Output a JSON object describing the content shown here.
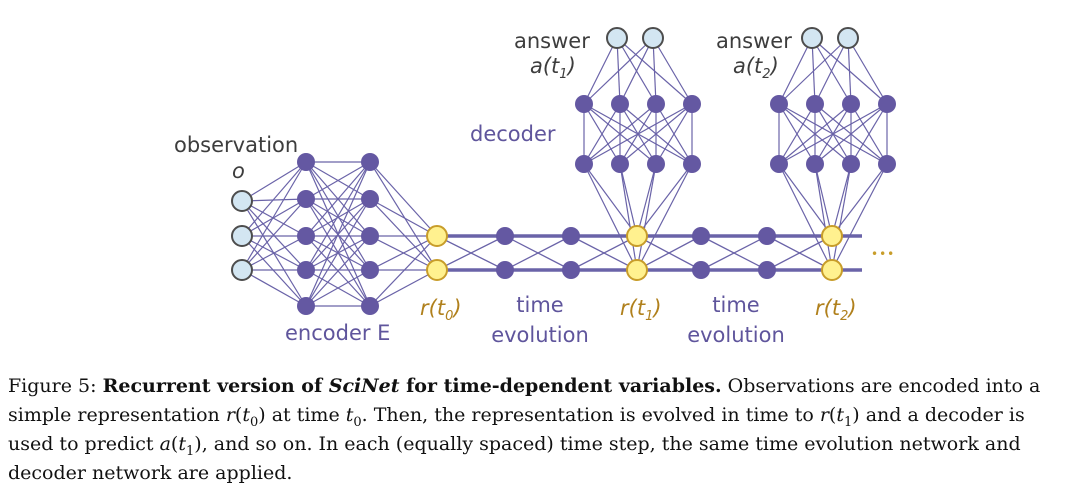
{
  "labels": {
    "observation": "observation",
    "observation_symbol": "o",
    "encoder": "encoder E",
    "decoder": "decoder",
    "answer1": "answer",
    "answer1_symbol": "a(t",
    "answer1_sub": "1",
    "answer1_close": ")",
    "answer2": "answer",
    "answer2_symbol": "a(t",
    "answer2_sub": "2",
    "answer2_close": ")",
    "r0": "r(t",
    "r0_sub": "0",
    "r0_close": ")",
    "r1": "r(t",
    "r1_sub": "1",
    "r1_close": ")",
    "r2": "r(t",
    "r2_sub": "2",
    "r2_close": ")",
    "time1_a": "time",
    "time1_b": "evolution",
    "time2_a": "time",
    "time2_b": "evolution",
    "ellipsis": "•••"
  },
  "caption": {
    "prefix": "Figure 5: ",
    "bold1": "Recurrent version of ",
    "bold_italic": "SciNet",
    "bold2": " for time-dependent variables.",
    "text1": " Observations are encoded into a simple representation ",
    "m_r": "r",
    "m_t0_open": "(",
    "m_t": "t",
    "m_0": "0",
    "m_close": ")",
    "text2": " at time ",
    "m_t_b": "t",
    "m_0_b": "0",
    "text3": ". Then, the representation is evolved in time to ",
    "m_r2": "r",
    "m_open2": "(",
    "m_t2": "t",
    "m_1": "1",
    "m_close2": ")",
    "text4": " and a decoder is used to predict ",
    "m_a": "a",
    "m_open3": "(",
    "m_t3": "t",
    "m_1b": "1",
    "m_close3": ")",
    "text5": ", and so on. In each (equally spaced) time step, the same time evolution network and decoder network are applied."
  },
  "colors": {
    "edge": "#6a63a8",
    "hidden_node": "#6458a2",
    "input_fill": "#d3e6f2",
    "input_stroke": "#4d4d4d",
    "latent_fill": "#fff18f",
    "latent_stroke": "#c89d2a",
    "text_purple": "#5f559c",
    "text_orange": "#b0801c",
    "text_dark": "#3d3d3d"
  }
}
